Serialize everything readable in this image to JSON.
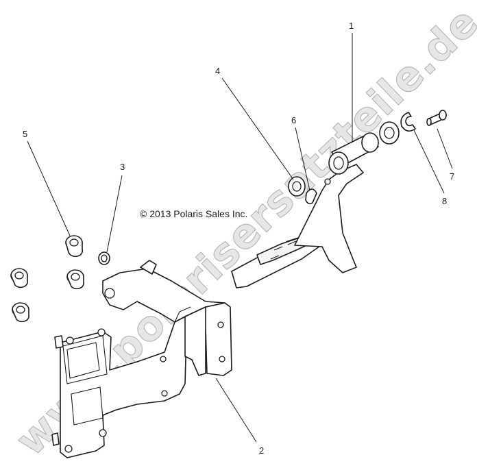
{
  "diagram": {
    "copyright": "© 2013 Polaris Sales Inc.",
    "watermark": "www.polarisersatzteile.de",
    "callouts": [
      {
        "id": "1",
        "part": "brake-pedal"
      },
      {
        "id": "2",
        "part": "pedal-mount-bracket"
      },
      {
        "id": "3",
        "part": "retaining-clip"
      },
      {
        "id": "4",
        "part": "washer"
      },
      {
        "id": "5",
        "part": "bushing"
      },
      {
        "id": "6",
        "part": "cotter-pin"
      },
      {
        "id": "7",
        "part": "clevis-pin"
      },
      {
        "id": "8",
        "part": "e-clip"
      }
    ]
  }
}
